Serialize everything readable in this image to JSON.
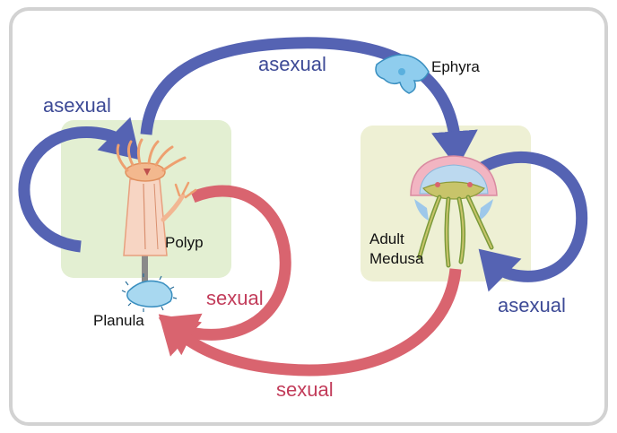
{
  "stages": {
    "ephyra": "Ephyra",
    "polyp": "Polyp",
    "planula": "Planula",
    "medusa_line1": "Adult",
    "medusa_line2": "Medusa"
  },
  "arrows": {
    "asexual_top": "asexual",
    "asexual_left": "asexual",
    "asexual_right": "asexual",
    "sexual_middle": "sexual",
    "sexual_bottom": "sexual"
  },
  "colors": {
    "asexual": "#5563b3",
    "sexual": "#d9646f",
    "box_polyp": "#e3efd2",
    "box_medusa": "#eef0d4",
    "border": "#d2d2d2"
  }
}
